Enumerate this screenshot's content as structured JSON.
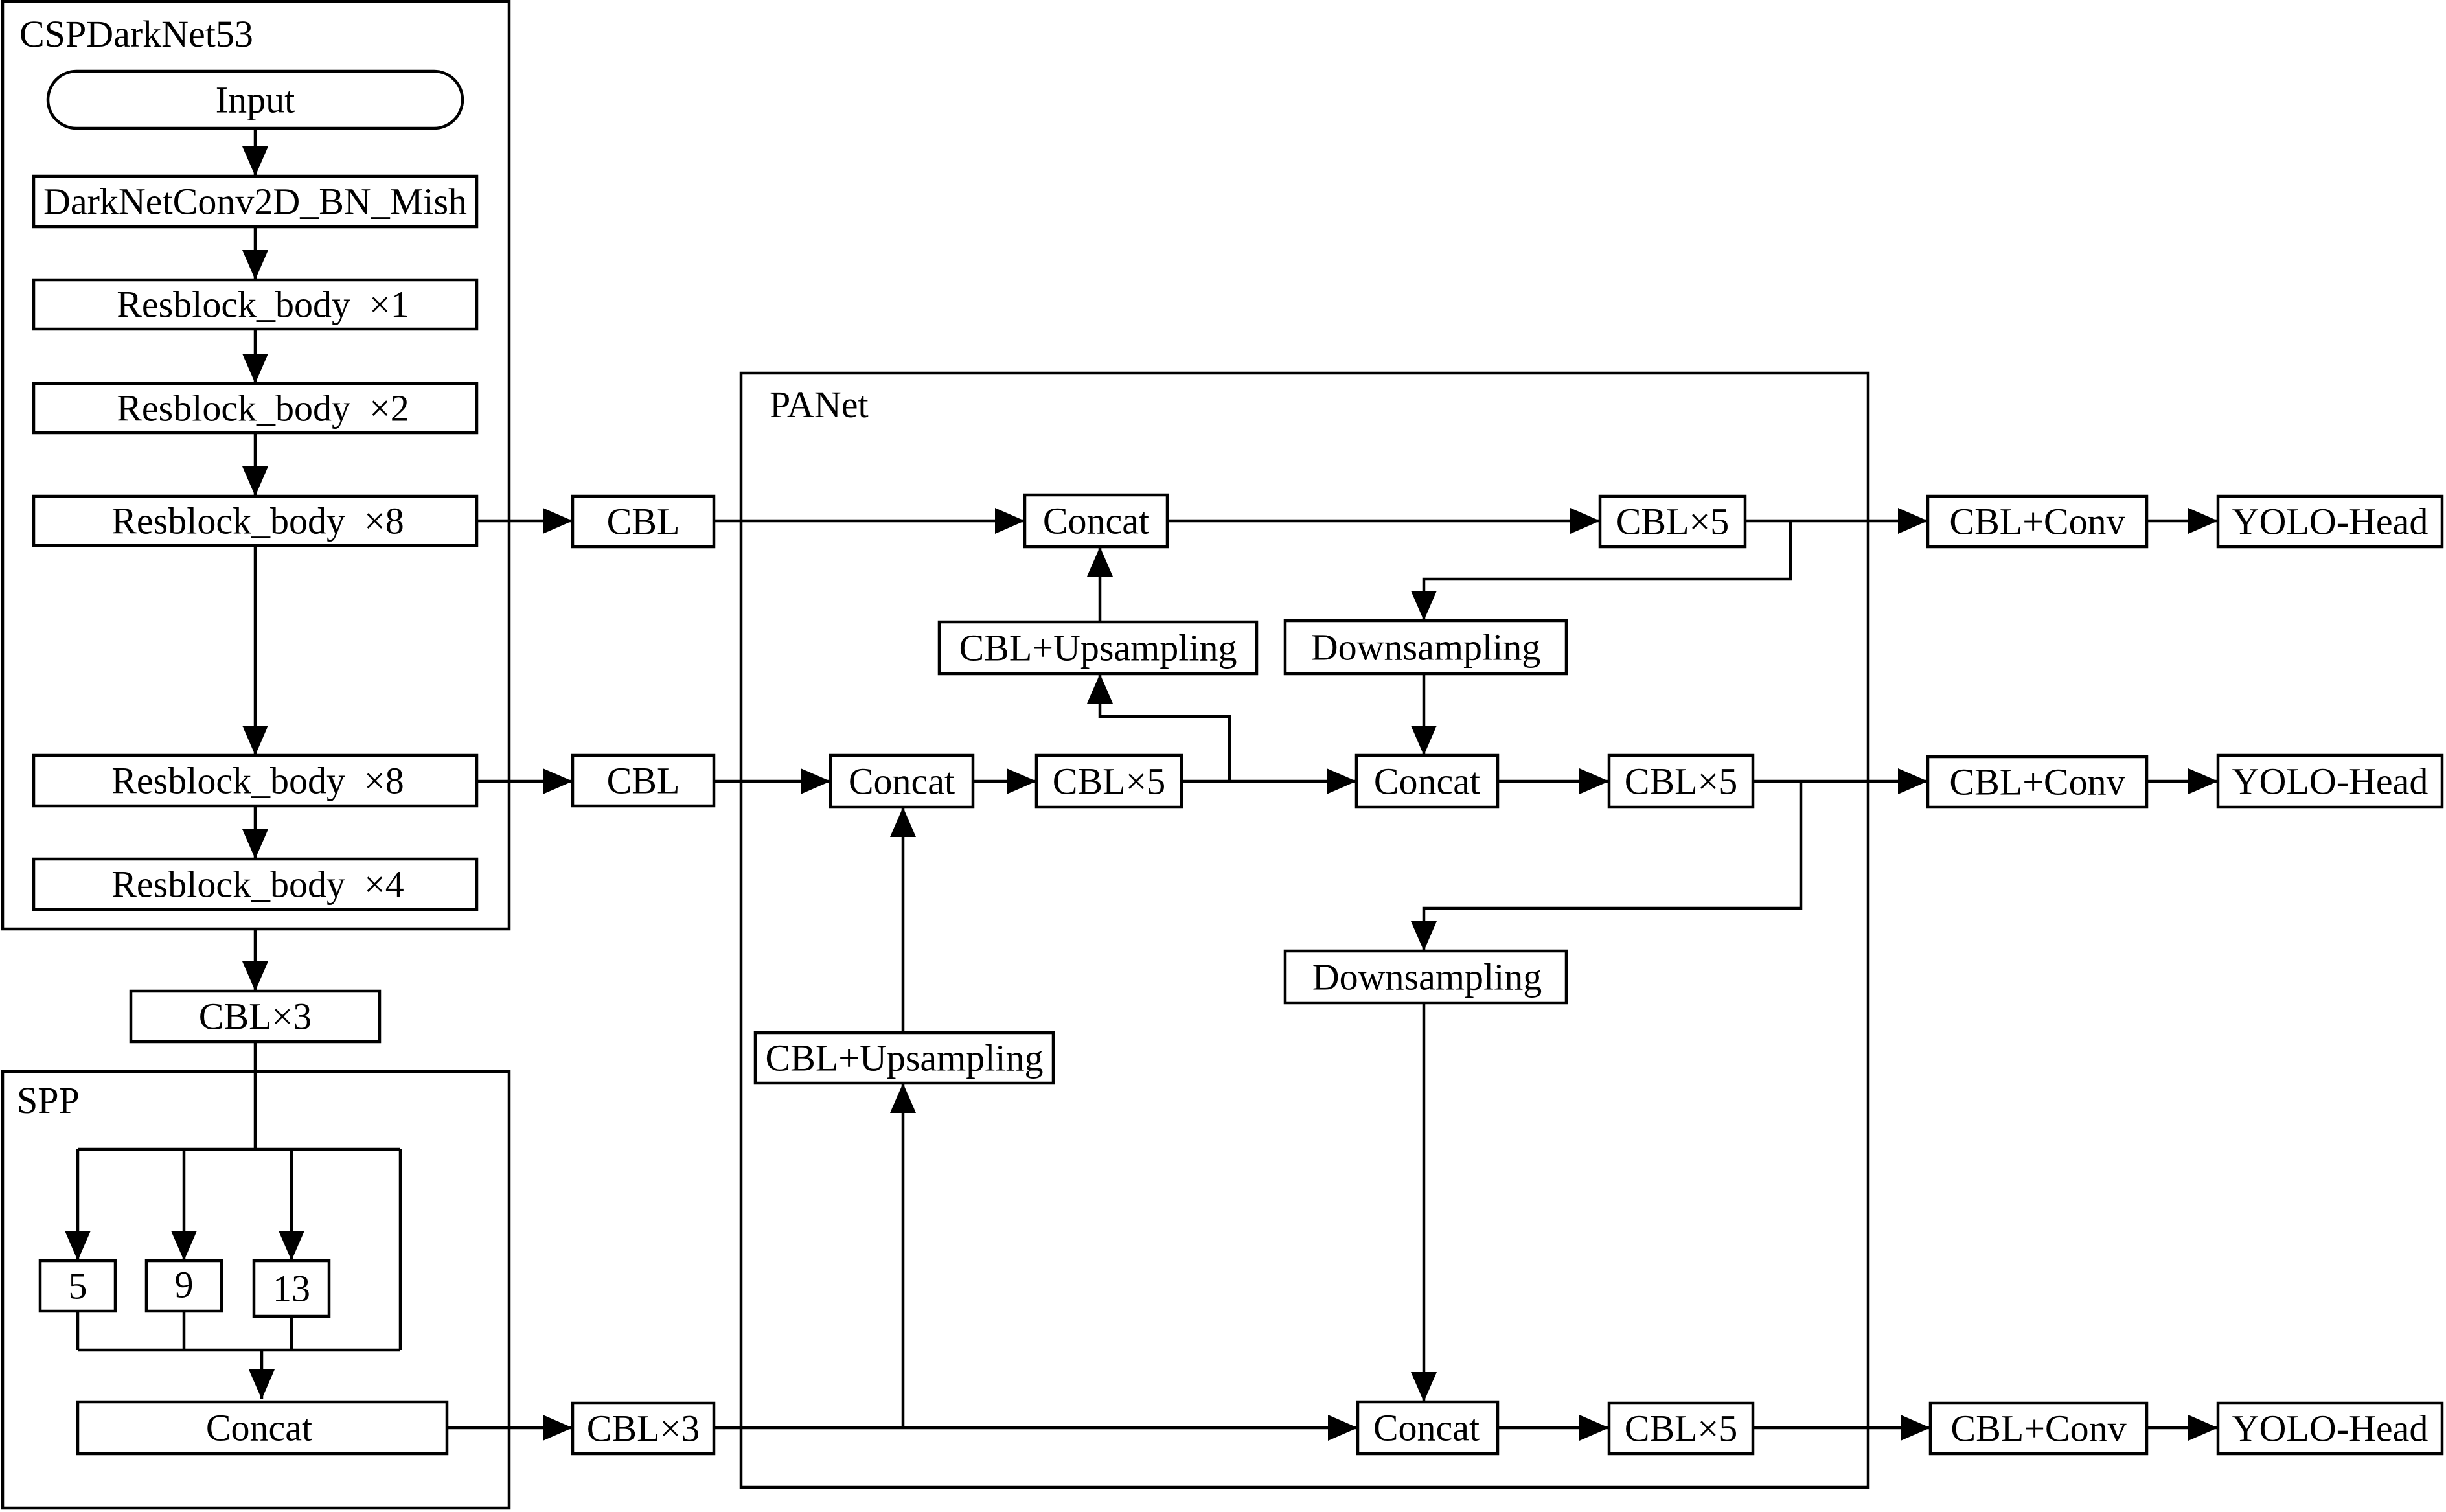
{
  "containers": {
    "csp": "CSPDarkNet53",
    "panet": "PANet",
    "spp": "SPP"
  },
  "nodes": {
    "input": "Input",
    "darknetconv": "DarkNetConv2D_BN_Mish",
    "res1": "Resblock_body  ×1",
    "res2": "Resblock_body  ×2",
    "res8a": "Resblock_body  ×8",
    "res8b": "Resblock_body  ×8",
    "res4": "Resblock_body  ×4",
    "cbl3_top": "CBL×3",
    "pool5": "5",
    "pool9": "9",
    "pool13": "13",
    "spp_concat": "Concat",
    "cbl3_bottom": "CBL×3",
    "cbl_top": "CBL",
    "cbl_mid": "CBL",
    "up_big": "CBL+Upsampling",
    "concat_mid_left": "Concat",
    "cbl5_mid_left": "CBL×5",
    "up_small": "CBL+Upsampling",
    "concat_top": "Concat",
    "cbl5_top": "CBL×5",
    "down_top": "Downsampling",
    "concat_mid_right": "Concat",
    "cbl5_mid_right": "CBL×5",
    "down_bottom": "Downsampling",
    "concat_bottom": "Concat",
    "cbl5_bottom": "CBL×5",
    "cblconv_top": "CBL+Conv",
    "cblconv_mid": "CBL+Conv",
    "cblconv_bottom": "CBL+Conv",
    "head_top": "YOLO-Head",
    "head_mid": "YOLO-Head",
    "head_bottom": "YOLO-Head"
  }
}
